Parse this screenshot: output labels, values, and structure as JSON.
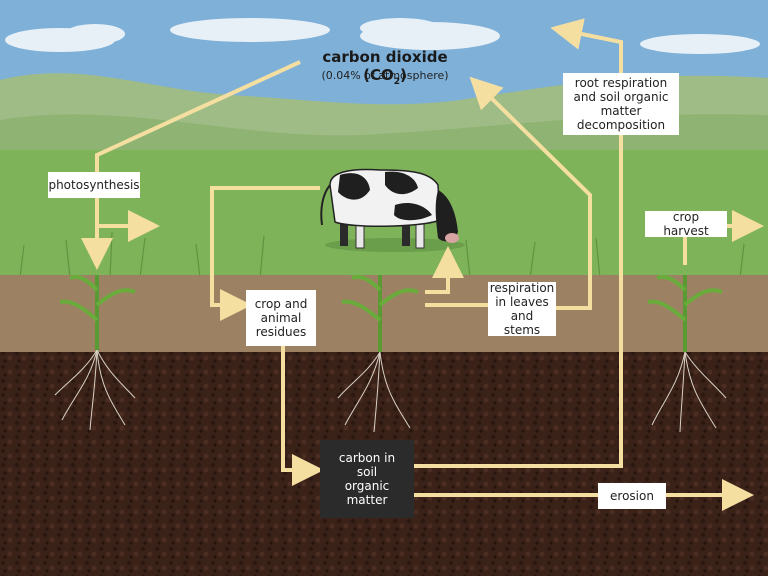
{
  "diagram": {
    "co2": {
      "title": "carbon dioxide (CO",
      "subscript": "2",
      "close": ")",
      "subtitle": "(0.04% of atmosphere)"
    },
    "labels": {
      "photosynthesis": "photosynthesis",
      "root_resp_line1": "root respiration",
      "root_resp_line2": "and soil organic matter",
      "root_resp_line3": "decomposition",
      "crop_harvest": "crop harvest",
      "residues_line1": "crop and",
      "residues_line2": "animal",
      "residues_line3": "residues",
      "resp_leaves_line1": "respiration",
      "resp_leaves_line2": "in leaves",
      "resp_leaves_line3": "and stems",
      "soil_carbon_line1": "carbon in",
      "soil_carbon_line2": "soil",
      "soil_carbon_line3": "organic matter",
      "erosion": "erosion"
    },
    "colors": {
      "sky": "#7fb0d8",
      "hills": "#9fbc86",
      "grass": "#7fb35a",
      "topsoil": "#9c8163",
      "soil": "#3b2219",
      "arrow": "#f4dfa1",
      "dark_box": "#2b2b2b"
    }
  }
}
